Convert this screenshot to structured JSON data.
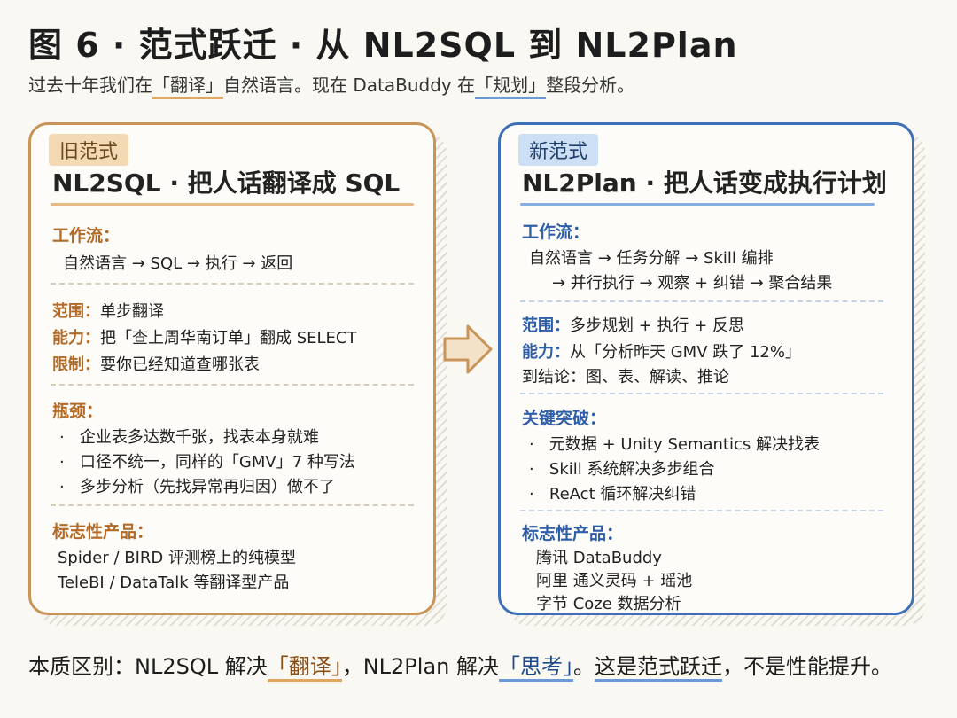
{
  "title": "图 6 · 范式跃迁 · 从 NL2SQL 到 NL2Plan",
  "subtitle": {
    "p1": "过去十年我们在",
    "h1": "「翻译」",
    "p2": "自然语言。现在 DataBuddy 在",
    "h2": "「规划」",
    "p3": "整段分析。"
  },
  "old": {
    "tag": "旧范式",
    "title": "NL2SQL · 把人话翻译成 SQL",
    "workflow_label": "工作流：",
    "workflow": "自然语言 → SQL → 执行 → 返回",
    "scope_k": "范围：",
    "scope_v": "单步翻译",
    "ability_k": "能力：",
    "ability_v": "把「查上周华南订单」翻成 SELECT",
    "limit_k": "限制：",
    "limit_v": "要你已经知道查哪张表",
    "bottleneck_label": "瓶颈：",
    "bottlenecks": [
      "企业表多达数千张，找表本身就难",
      "口径不统一，同样的「GMV」7 种写法",
      "多步分析（先找异常再归因）做不了"
    ],
    "products_label": "标志性产品：",
    "products": [
      "Spider / BIRD 评测榜上的纯模型",
      "TeleBI / DataTalk 等翻译型产品"
    ]
  },
  "new": {
    "tag": "新范式",
    "title": "NL2Plan · 把人话变成执行计划",
    "workflow_label": "工作流：",
    "workflow1": "自然语言 → 任务分解 → Skill 编排",
    "workflow2": "→ 并行执行 → 观察 + 纠错 → 聚合结果",
    "scope_k": "范围：",
    "scope_v": "多步规划 + 执行 + 反思",
    "ability_k": "能力：",
    "ability_v": "从「分析昨天 GMV 跌了 12%」",
    "ability_v2": "到结论：图、表、解读、推论",
    "breakthrough_label": "关键突破：",
    "breakthroughs": [
      "元数据 + Unity Semantics 解决找表",
      "Skill 系统解决多步组合",
      "ReAct 循环解决纠错"
    ],
    "products_label": "标志性产品：",
    "products": [
      "腾讯 DataBuddy",
      "阿里 通义灵码 + 瑶池",
      "字节 Coze 数据分析"
    ]
  },
  "bullet": "·",
  "footer": {
    "p1": "本质区别：NL2SQL 解决",
    "h1": "「翻译」",
    "p2": "，NL2Plan 解决",
    "h2": "「思考」",
    "p3": "。",
    "h3": "这是范式跃迁",
    "p4": "，不是性能提升。"
  }
}
